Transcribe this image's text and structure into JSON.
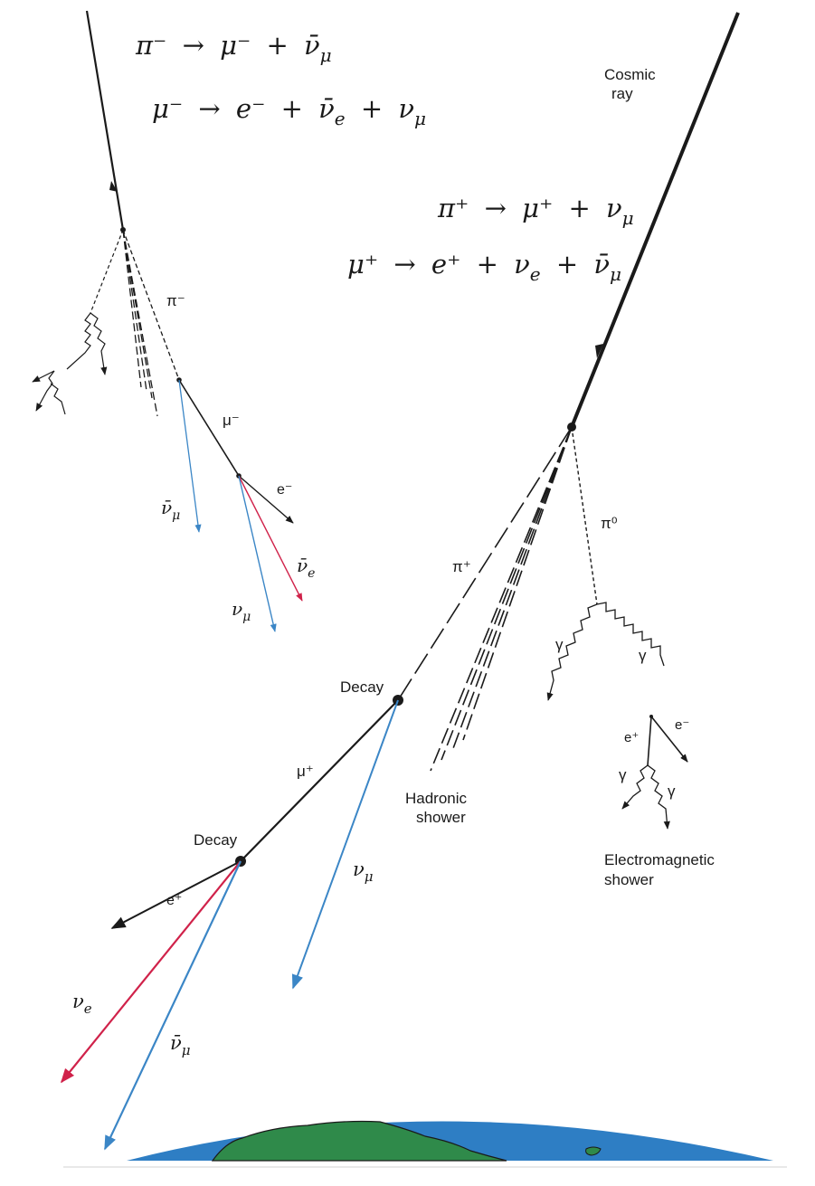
{
  "equations": {
    "pi_minus": {
      "lhs": "π⁻",
      "arrow": "→",
      "p1": "μ⁻",
      "plus1": "+",
      "p2": "ν̄",
      "p2_sub": "μ"
    },
    "mu_minus": {
      "lhs": "μ⁻",
      "arrow": "→",
      "p1": "e⁻",
      "plus1": "+",
      "p2": "ν̄",
      "p2_sub": "e",
      "plus2": "+",
      "p3": "ν",
      "p3_sub": "μ"
    },
    "pi_plus": {
      "lhs": "π⁺",
      "arrow": "→",
      "p1": "μ⁺",
      "plus1": "+",
      "p2": "ν",
      "p2_sub": "μ"
    },
    "mu_plus": {
      "lhs": "μ⁺",
      "arrow": "→",
      "p1": "e⁺",
      "plus1": "+",
      "p2": "ν",
      "p2_sub": "e",
      "plus2": "+",
      "p3": "ν̄",
      "p3_sub": "μ"
    }
  },
  "labels": {
    "cosmic_ray_line1": "Cosmic",
    "cosmic_ray_line2": "ray",
    "pi0": "π⁰",
    "pi_plus": "π⁺",
    "pi_minus": "π⁻",
    "mu_minus": "μ⁻",
    "e_minus_left": "e⁻",
    "nubar_mu_left": "ν̄",
    "nubar_mu_left_sub": "μ",
    "nubar_e_left": "ν̄",
    "nubar_e_left_sub": "e",
    "nu_mu_left": "ν",
    "nu_mu_left_sub": "μ",
    "gamma_a": "γ",
    "gamma_b": "γ",
    "gamma_c": "γ",
    "gamma_d": "γ",
    "e_plus_em": "e⁺",
    "e_minus_em": "e⁻",
    "decay_upper": "Decay",
    "decay_lower": "Decay",
    "mu_plus": "μ⁺",
    "hadronic_line1": "Hadronic",
    "hadronic_line2": "shower",
    "em_line1": "Electromagnetic",
    "em_line2": "shower",
    "e_plus_bottom": "e⁺",
    "nu_mu_bottom": "ν",
    "nu_mu_bottom_sub": "μ",
    "nu_e_bottom": "ν",
    "nu_e_bottom_sub": "e",
    "nubar_mu_bottom": "ν̄",
    "nubar_mu_bottom_sub": "μ"
  },
  "colors": {
    "track": "#1a1a1a",
    "muon_neutrino": "#3b86c6",
    "electron_neutrino": "#d0224a",
    "earth_ocean": "#2e7ec4",
    "earth_land": "#2f8a4a"
  }
}
